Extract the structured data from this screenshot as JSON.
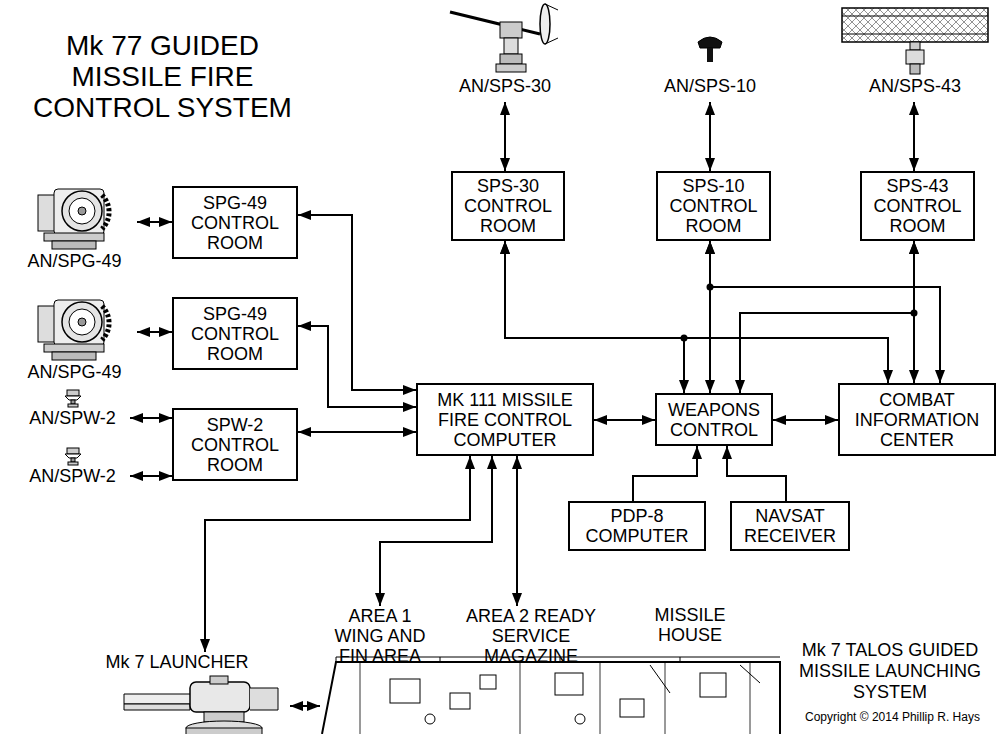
{
  "diagram": {
    "title": "Mk 77 GUIDED MISSILE FIRE CONTROL SYSTEM",
    "nodes": [
      {
        "text": [
          "AN/SPG-49"
        ]
      },
      {
        "text": [
          "SPG-49 CONTROL ROOM"
        ]
      },
      {
        "text": [
          "AN/SPG-49"
        ]
      },
      {
        "text": [
          "SPG-49 CONTROL ROOM"
        ]
      },
      {
        "text": [
          "AN/SPW-2"
        ]
      },
      {
        "text": [
          "AN/SPW-2"
        ]
      },
      {
        "text": [
          "SPW-2 CONTROL ROOM"
        ]
      },
      {
        "text": [
          "AN/SPS-30"
        ]
      },
      {
        "text": [
          "AN/SPS-10"
        ]
      },
      {
        "text": [
          "AN/SPS-43"
        ]
      },
      {
        "text": [
          "SPS-30 CONTROL ROOM"
        ]
      },
      {
        "text": [
          "SPS-10 CONTROL ROOM"
        ]
      },
      {
        "text": [
          "SPS-43 CONTROL ROOM"
        ]
      },
      {
        "text": [
          "MK 111 MISSILE FIRE CONTROL COMPUTER"
        ]
      },
      {
        "text": [
          "WEAPONS CONTROL"
        ]
      },
      {
        "text": [
          "COMBAT INFORMATION CENTER"
        ]
      },
      {
        "text": [
          "PDP-8 COMPUTER"
        ]
      },
      {
        "text": [
          "NAVSAT RECEIVER"
        ]
      },
      {
        "text": [
          "Mk 7 LAUNCHER"
        ]
      },
      {
        "text": [
          "AREA 1 WING AND FIN AREA"
        ]
      },
      {
        "text": [
          "AREA 2 READY SERVICE MAGAZINE"
        ]
      },
      {
        "text": [
          "MISSILE HOUSE"
        ]
      }
    ],
    "edges": [
      {
        "from": 0,
        "to": 1,
        "arrow": "both"
      },
      {
        "from": 2,
        "to": 3,
        "arrow": "both"
      },
      {
        "from": 4,
        "to": 6,
        "arrow": "both"
      },
      {
        "from": 5,
        "to": 6,
        "arrow": "both"
      },
      {
        "from": 1,
        "to": 13,
        "arrow": "both"
      },
      {
        "from": 3,
        "to": 13,
        "arrow": "both"
      },
      {
        "from": 6,
        "to": 13,
        "arrow": "both"
      },
      {
        "from": 7,
        "to": 10,
        "arrow": "both"
      },
      {
        "from": 8,
        "to": 11,
        "arrow": "both"
      },
      {
        "from": 9,
        "to": 12,
        "arrow": "both"
      },
      {
        "from": 13,
        "to": 14,
        "arrow": "both"
      },
      {
        "from": 14,
        "to": 15,
        "arrow": "both"
      },
      {
        "from": 10,
        "to": 14,
        "arrow": "both"
      },
      {
        "from": 10,
        "to": 15,
        "arrow": "both"
      },
      {
        "from": 11,
        "to": 14,
        "arrow": "both"
      },
      {
        "from": 11,
        "to": 15,
        "arrow": "both"
      },
      {
        "from": 12,
        "to": 15,
        "arrow": "both"
      },
      {
        "from": 12,
        "to": 14,
        "arrow": "both"
      },
      {
        "from": 16,
        "to": 14,
        "arrow": "to"
      },
      {
        "from": 17,
        "to": 14,
        "arrow": "to"
      },
      {
        "from": 13,
        "to": 18,
        "arrow": "both"
      },
      {
        "from": 13,
        "to": 19,
        "arrow": "both"
      },
      {
        "from": 13,
        "to": 20,
        "arrow": "both"
      },
      {
        "from": 18,
        "to": 21,
        "arrow": "both"
      }
    ],
    "labels": [
      "Mk 7 TALOS GUIDED MISSILE LAUNCHING SYSTEM",
      "Copyright © 2014 Phillip R. Hays"
    ]
  }
}
